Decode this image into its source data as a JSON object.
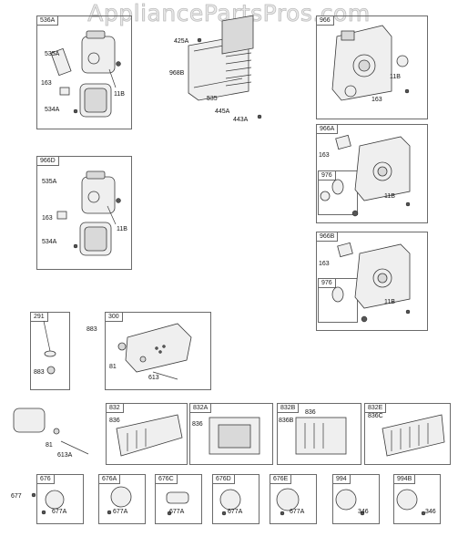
{
  "watermark": "AppliancePartsPros.com",
  "boxes": [
    {
      "id": "536A"
    },
    {
      "id": "966"
    },
    {
      "id": "966A"
    },
    {
      "id": "976"
    },
    {
      "id": "966D"
    },
    {
      "id": "966B"
    },
    {
      "id": "976b",
      "text": "976"
    },
    {
      "id": "291"
    },
    {
      "id": "300"
    },
    {
      "id": "832"
    },
    {
      "id": "832A"
    },
    {
      "id": "832B"
    },
    {
      "id": "832E"
    },
    {
      "id": "676"
    },
    {
      "id": "676A"
    },
    {
      "id": "676C"
    },
    {
      "id": "676D"
    },
    {
      "id": "676E"
    },
    {
      "id": "994"
    },
    {
      "id": "994B"
    }
  ],
  "labels": {
    "l535A_1": "535A",
    "l163_1": "163",
    "l11B_1": "11B",
    "l534A_1": "534A",
    "l425A": "425A",
    "l968B": "968B",
    "l535": "535",
    "l445A": "445A",
    "l443A": "443A",
    "l11B_2": "11B",
    "l163_2": "163",
    "l163_3": "163",
    "l11B_3": "11B",
    "l535A_2": "535A",
    "l163_4": "163",
    "l11B_4": "11B",
    "l534A_2": "534A",
    "l163_5": "163",
    "l11B_5": "11B",
    "l883_1": "883",
    "l883_2": "883",
    "l81_1": "81",
    "l613": "613",
    "l81_2": "81",
    "l613A": "613A",
    "l836_1": "836",
    "l836_2": "836",
    "l836_3": "836",
    "l836B": "836B",
    "l836C": "836C",
    "l677": "677",
    "l677A_1": "677A",
    "l677A_2": "677A",
    "l677A_3": "677A",
    "l677A_4": "677A",
    "l677A_5": "677A",
    "l346_1": "346",
    "l346_2": "346"
  }
}
